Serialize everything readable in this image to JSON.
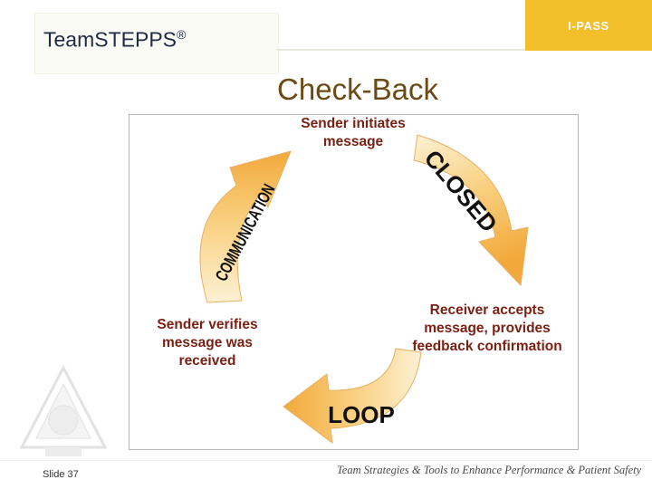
{
  "header": {
    "brand": "Team",
    "brand_bold": "STEPPS",
    "brand_mark": "®",
    "tab_label": "I-PASS"
  },
  "slide": {
    "title": "Check-Back"
  },
  "diagram": {
    "nodes": {
      "sender_initiates": "Sender initiates message",
      "receiver_accepts": "Receiver accepts message, provides feedback confirmation",
      "sender_verifies": "Sender verifies message was received"
    },
    "arrows": {
      "communication": "COMMUNICATION",
      "closed": "CLOSED",
      "loop": "LOOP"
    },
    "colors": {
      "arrow_fill": "#f5b54a",
      "arrow_light": "#fbe7b8",
      "node_text": "#7a1f12",
      "arrow_text": "#111111"
    }
  },
  "footer": {
    "slide_number": "Slide 37",
    "tagline": "Team Strategies & Tools to Enhance Performance & Patient Safety"
  }
}
